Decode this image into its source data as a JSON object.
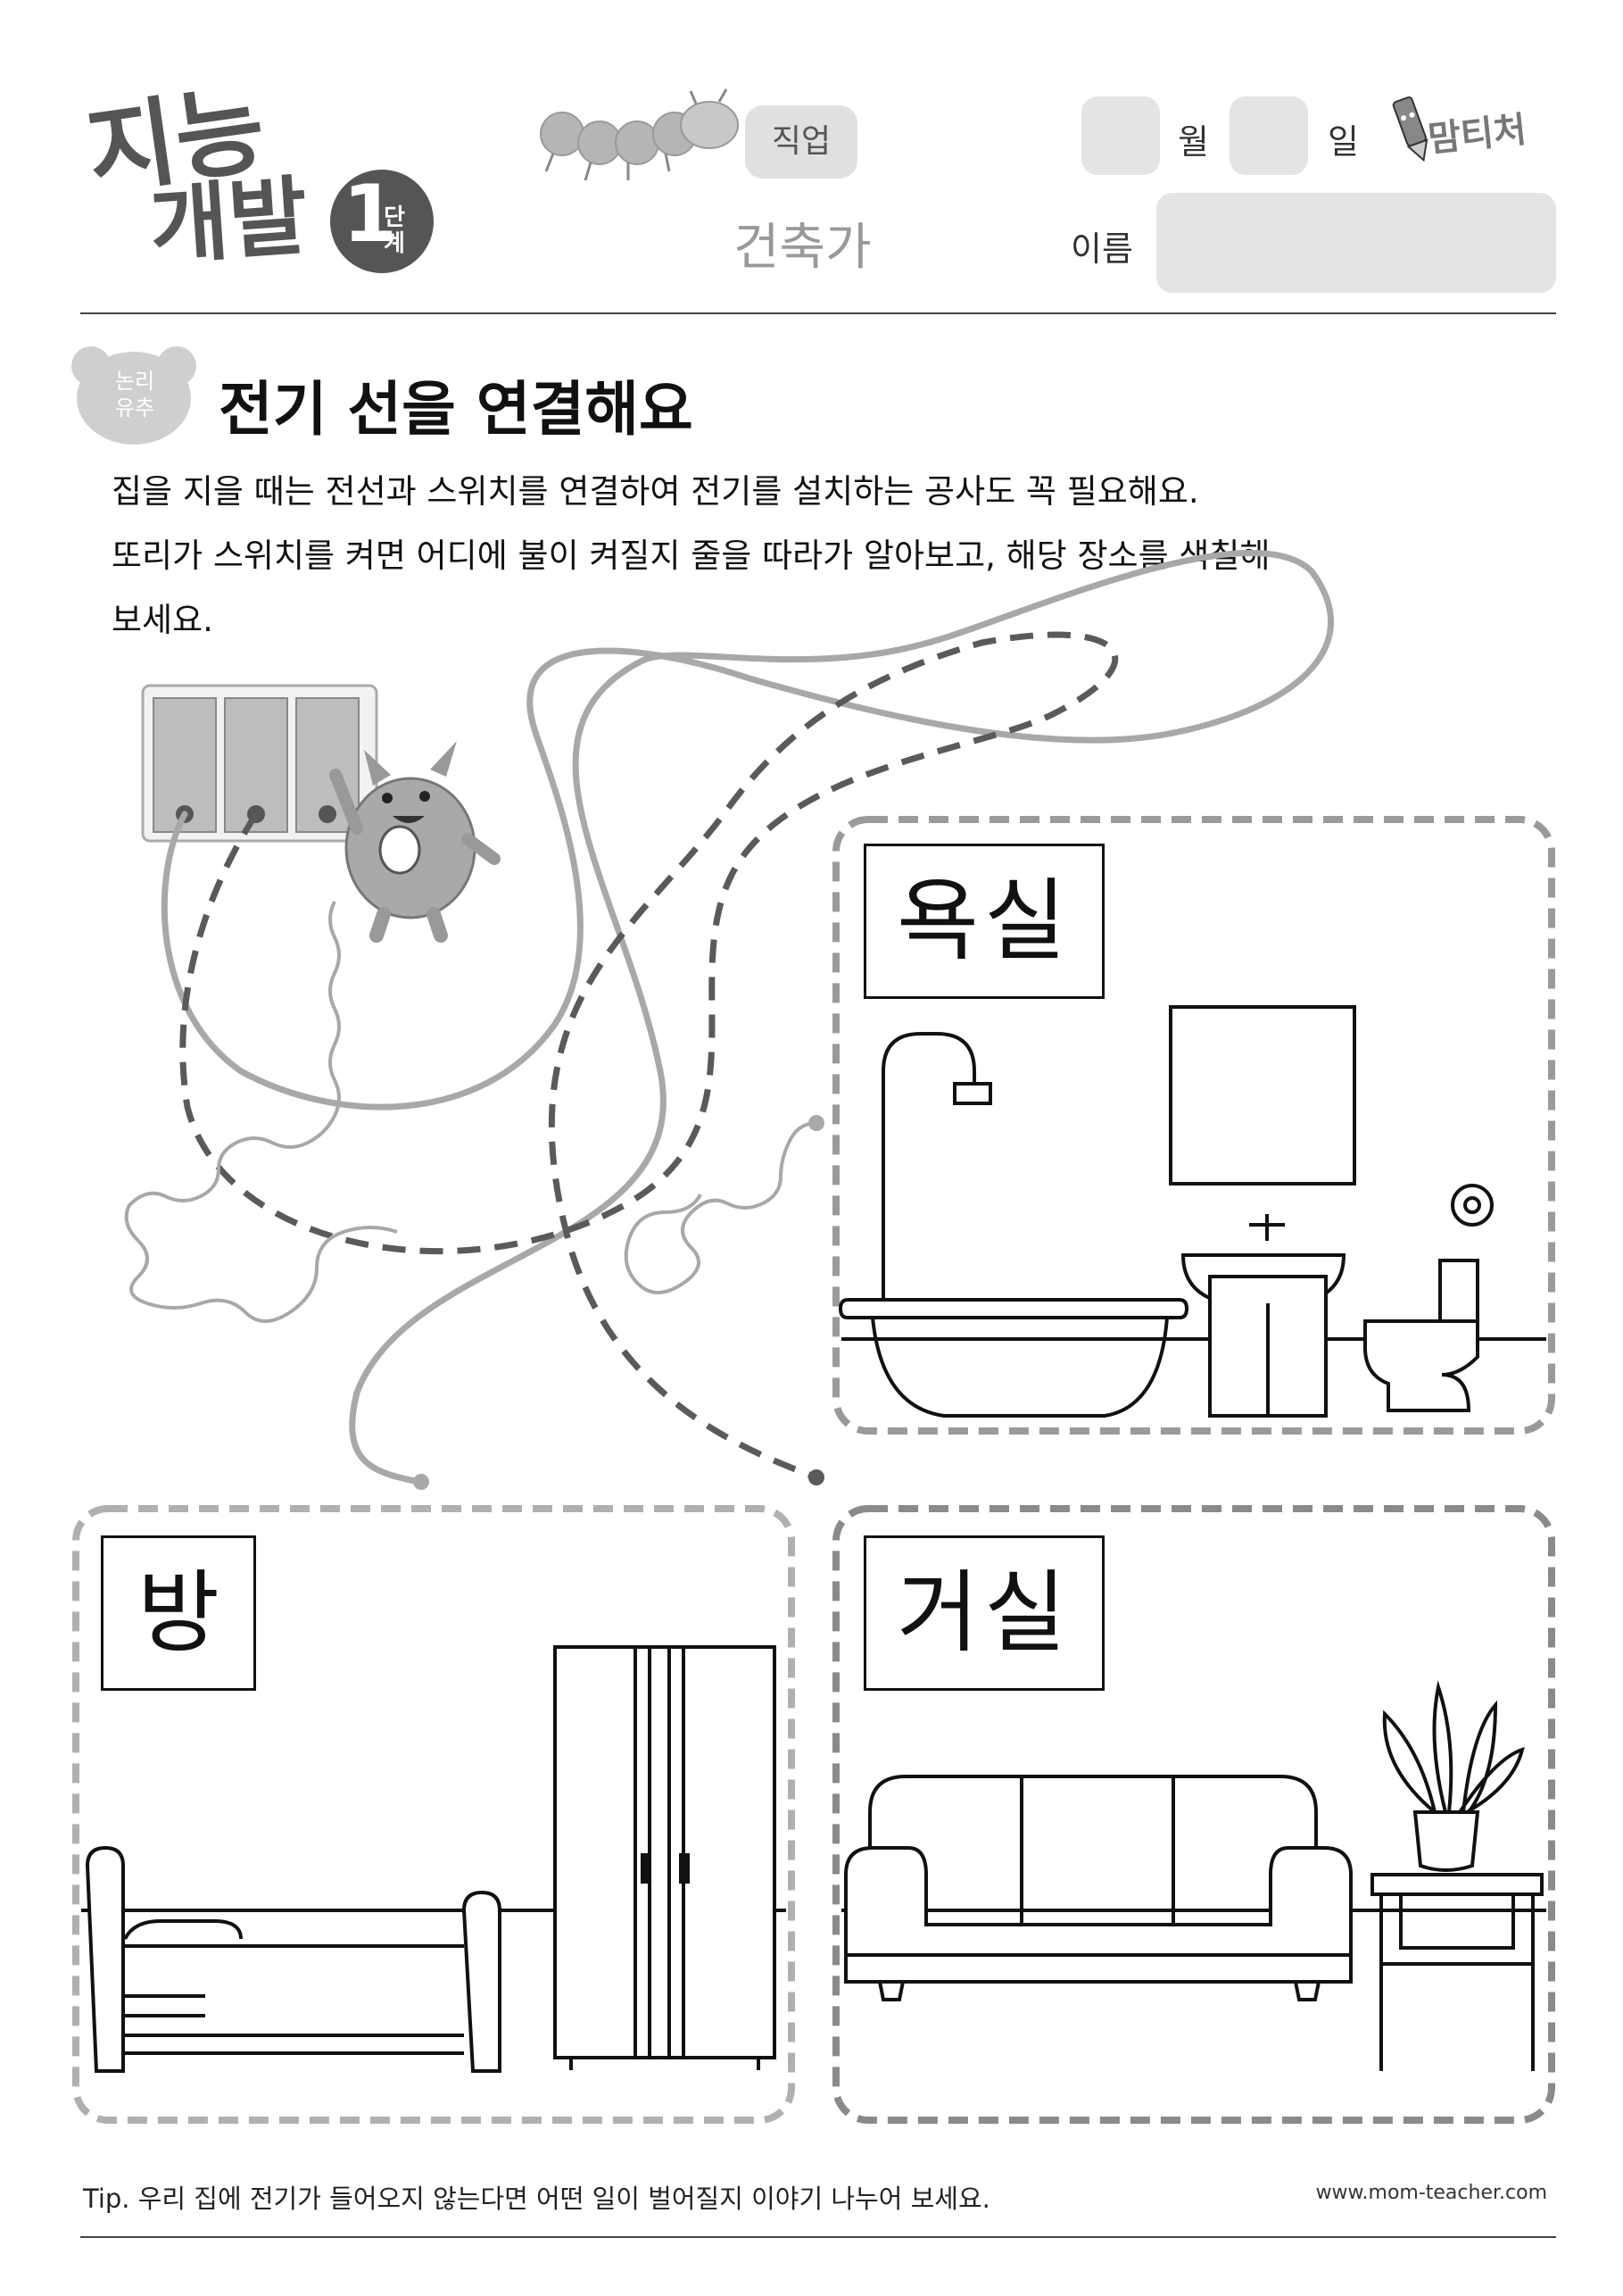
{
  "header": {
    "logo_line1": "지능",
    "logo_line2": "개발",
    "step_number": "1",
    "step_word": "단계",
    "category": "직업",
    "topic": "건축가",
    "month_label": "월",
    "day_label": "일",
    "brand": "맘티처",
    "name_label": "이름"
  },
  "section": {
    "badge": "논리\n유추",
    "badge_line1": "논리",
    "badge_line2": "유추",
    "title": "전기 선을 연결해요"
  },
  "instructions": [
    "집을 지을 때는 전선과 스위치를 연결하여 전기를 설치하는 공사도 꼭 필요해요.",
    "또리가 스위치를 켜면 어디에 불이 켜질지 줄을 따라가 알아보고, 해당 장소를 색칠해",
    "보세요."
  ],
  "rooms": {
    "bathroom": "욕실",
    "room": "방",
    "living_room": "거실"
  },
  "footer": {
    "tip": "Tip. 우리 집에 전기가 들어오지 않는다면 어떤 일이 벌어질지 이야기 나누어 보세요.",
    "url": "www.mom-teacher.com"
  },
  "colors": {
    "line_dark": "#555555",
    "line_light": "#a6a6a6",
    "panel_border": "#9a9a9a",
    "pill_bg": "#e4e4e4"
  }
}
